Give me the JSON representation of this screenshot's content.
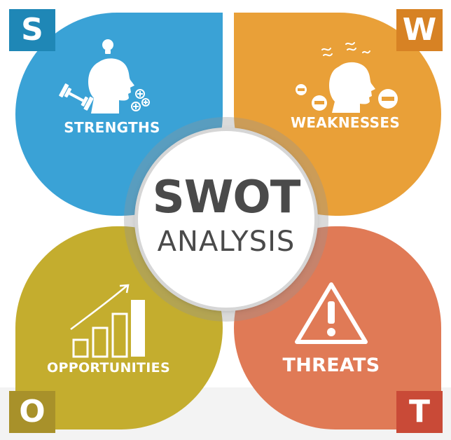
{
  "center": {
    "title": "SWOT",
    "subtitle": "ANALYSIS"
  },
  "quadrants": [
    {
      "letter": "S",
      "label": "STRENGTHS",
      "color": "#3aa2d6",
      "icon": "head-lightbulb-dumbbell-icon"
    },
    {
      "letter": "W",
      "label": "WEAKNESSES",
      "color": "#e9a038",
      "icon": "head-confused-minus-icon"
    },
    {
      "letter": "O",
      "label": "OPPORTUNITIES",
      "color": "#c4ad2e",
      "icon": "growth-bar-chart-icon"
    },
    {
      "letter": "T",
      "label": "THREATS",
      "color": "#e07a56",
      "icon": "warning-triangle-icon"
    }
  ]
}
